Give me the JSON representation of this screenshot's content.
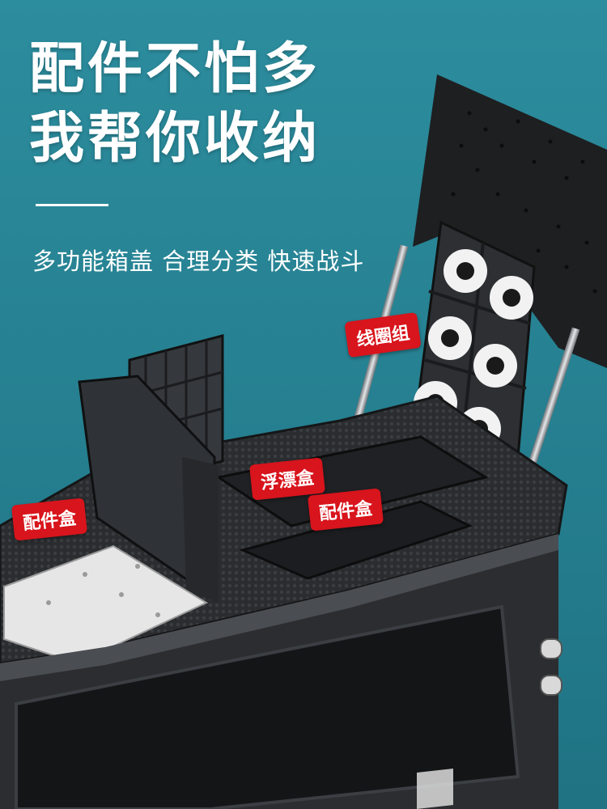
{
  "headline": {
    "line1": "配件不怕多",
    "line2": "我帮你收纳"
  },
  "subtitle": "多功能箱盖 合理分类 快速战斗",
  "labels": {
    "spool_group": "线圈组",
    "float_box": "浮漂盒",
    "accessory_box_left": "配件盒",
    "accessory_box_center": "配件盒"
  },
  "colors": {
    "background": "#2a8a9b",
    "background_dark": "#1f7383",
    "tag_red": "#d8141c",
    "box_dark": "#2b2d30",
    "box_mid": "#3b3e42",
    "spool_white": "#f2f2f2",
    "tray_white": "#e6e6e6"
  }
}
